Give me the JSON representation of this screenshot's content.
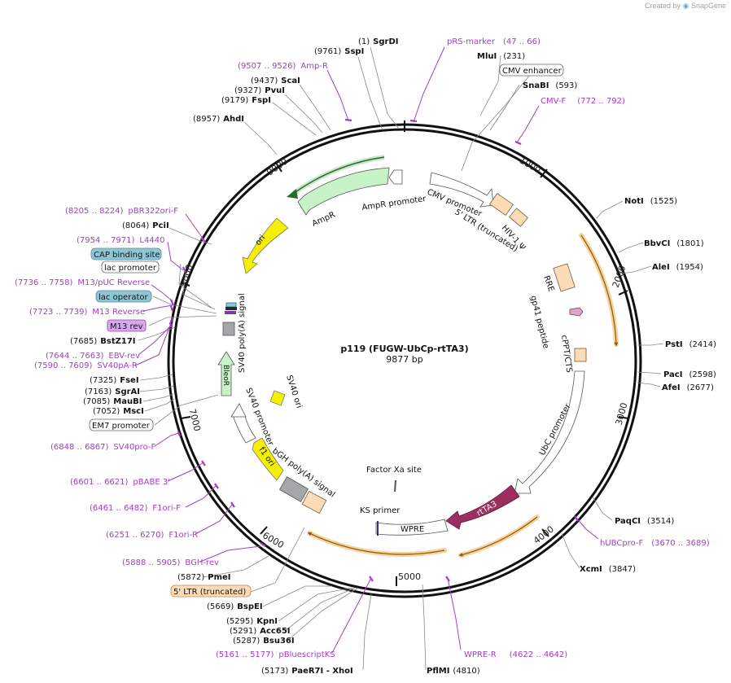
{
  "brand": {
    "created_by": "Created by",
    "product": "SnapGene"
  },
  "plasmid": {
    "name": "p119 (FUGW-UbCp-rtTA3)",
    "size_label": "9877 bp",
    "length": 9877
  },
  "ticks": [
    "1000",
    "2000",
    "3000",
    "4000",
    "5000",
    "6000",
    "7000",
    "8000",
    "9000"
  ],
  "sites": [
    {
      "pos": "(1)",
      "name": "SgrDI"
    },
    {
      "pos": "(9761)",
      "name": "SspI"
    },
    {
      "pos": "(9437)",
      "name": "ScaI"
    },
    {
      "pos": "(9327)",
      "name": "PvuI"
    },
    {
      "pos": "(9179)",
      "name": "FspI"
    },
    {
      "pos": "(8957)",
      "name": "AhdI"
    },
    {
      "pos": "(8064)",
      "name": "PciI"
    },
    {
      "pos": "(7685)",
      "name": "BstZ17I"
    },
    {
      "pos": "(7325)",
      "name": "FseI"
    },
    {
      "pos": "(7163)",
      "name": "SgrAI"
    },
    {
      "pos": "(7085)",
      "name": "MauBI"
    },
    {
      "pos": "(7052)",
      "name": "MscI"
    },
    {
      "pos": "(5872)",
      "name": "PmeI"
    },
    {
      "pos": "(5669)",
      "name": "BspEI"
    },
    {
      "pos": "(5295)",
      "name": "KpnI"
    },
    {
      "pos": "(5291)",
      "name": "Acc65I"
    },
    {
      "pos": "(5287)",
      "name": "Bsu36I"
    },
    {
      "pos": "(5173)",
      "name": "PaeR7I  - XhoI"
    },
    {
      "pos": "(4810)",
      "name": "PflMI"
    },
    {
      "pos": "(231)",
      "name": "MluI"
    },
    {
      "pos": "(593)",
      "name": "SnaBI"
    },
    {
      "pos": "(1525)",
      "name": "NotI"
    },
    {
      "pos": "(1801)",
      "name": "BbvCI"
    },
    {
      "pos": "(1954)",
      "name": "AleI"
    },
    {
      "pos": "(2414)",
      "name": "PstI"
    },
    {
      "pos": "(2598)",
      "name": "PacI"
    },
    {
      "pos": "(2677)",
      "name": "AfeI"
    },
    {
      "pos": "(3514)",
      "name": "PaqCI"
    },
    {
      "pos": "(3847)",
      "name": "XcmI"
    }
  ],
  "primers": [
    {
      "name": "pRS-marker",
      "range": "(47 .. 66)"
    },
    {
      "name": "Amp-R",
      "range": "(9507 .. 9526)"
    },
    {
      "name": "CMV-F",
      "range": "(772 .. 792)"
    },
    {
      "name": "pBR322ori-F",
      "range": "(8205 .. 8224)"
    },
    {
      "name": "L4440",
      "range": "(7954 .. 7971)"
    },
    {
      "name": "M13/pUC Reverse",
      "range": "(7736 .. 7758)"
    },
    {
      "name": "M13 Reverse",
      "range": "(7723 .. 7739)"
    },
    {
      "name": "EBV-rev",
      "range": "(7644 .. 7663)"
    },
    {
      "name": "SV40pA-R",
      "range": "(7590 .. 7609)"
    },
    {
      "name": "SV40pro-F",
      "range": "(6848 .. 6867)"
    },
    {
      "name": "pBABE 3'",
      "range": "(6601 .. 6621)"
    },
    {
      "name": "F1ori-F",
      "range": "(6461 .. 6482)"
    },
    {
      "name": "F1ori-R",
      "range": "(6251 .. 6270)"
    },
    {
      "name": "BGH-rev",
      "range": "(5888 .. 5905)"
    },
    {
      "name": "pBluescriptKS",
      "range": "(5161 .. 5177)"
    },
    {
      "name": "WPRE-R",
      "range": "(4622 .. 4642)"
    },
    {
      "name": "hUBCpro-F",
      "range": "(3670 .. 3689)"
    }
  ],
  "boxed_labels": [
    "CMV enhancer",
    "CAP binding site",
    "lac promoter",
    "lac operator",
    "M13 rev",
    "EM7 promoter",
    "5' LTR (truncated)"
  ],
  "features": [
    "AmpR promoter",
    "AmpR",
    "ori",
    "CMV promoter",
    "5' LTR (truncated)",
    "HIV-1 Ψ",
    "RRE",
    "gp41 peptide",
    "cPPT/CTS",
    "UbC promoter",
    "rtTA3",
    "WPRE",
    "KS primer",
    "Factor Xa site",
    "bGH poly(A) signal",
    "f1 ori",
    "SV40 promoter",
    "SV40 ori",
    "BleoR",
    "SV40 poly(A) signal"
  ],
  "colors": {
    "primer": "#a53bcb",
    "orange": "#f0a93b",
    "rtta": "#9c2f5f",
    "ori": "#f5f000",
    "ampr": "#c8f2c8",
    "peach": "#fbdcb7",
    "lacop": "#8ec6d6",
    "m13": "#d8a8ee",
    "gray": "#a4a7aa"
  }
}
